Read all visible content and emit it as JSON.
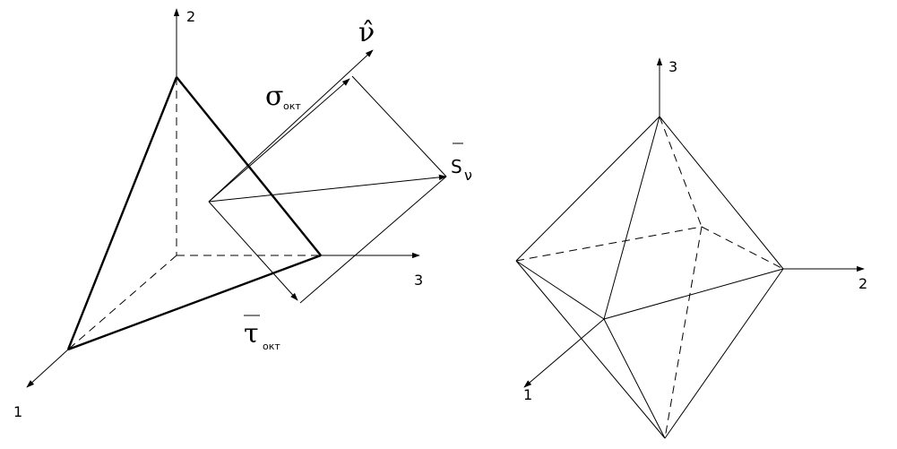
{
  "left_figure": {
    "axis_labels": {
      "axis1": "1",
      "axis2": "2",
      "axis3": "3"
    },
    "vector_labels": {
      "normal_symbol": "ν̂",
      "sigma_symbol": "σ",
      "sigma_subscript": "окт",
      "tau_symbol": "τ",
      "tau_subscript": "окт",
      "stress_symbol": "S",
      "stress_subscript": "ν"
    }
  },
  "right_figure": {
    "axis_labels": {
      "axis1": "1",
      "axis2": "2",
      "axis3": "3"
    }
  }
}
